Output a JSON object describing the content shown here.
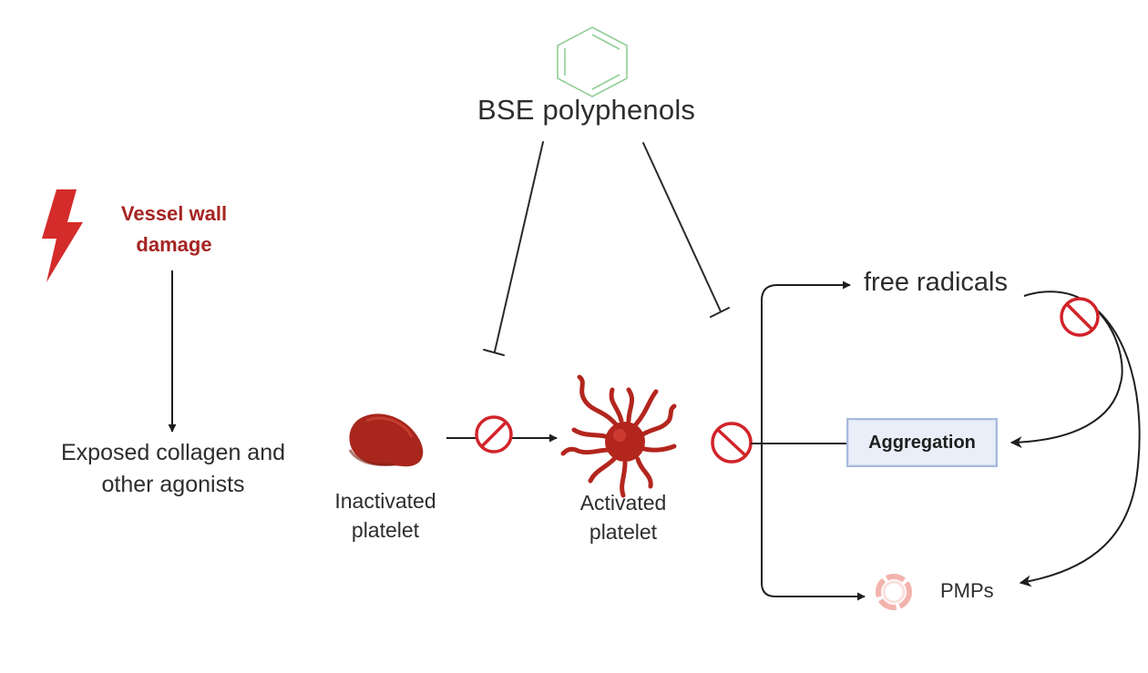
{
  "inhibitor": {
    "label": "BSE  polyphenols"
  },
  "trigger": {
    "label_line1": "Vessel wall",
    "label_line2": "damage"
  },
  "agonists": {
    "label_line1": "Exposed collagen and",
    "label_line2": "other agonists"
  },
  "inactivated": {
    "label_line1": "Inactivated",
    "label_line2": "platelet"
  },
  "activated": {
    "label_line1": "Activated",
    "label_line2": "platelet"
  },
  "outputs": {
    "free_radicals": "free radicals",
    "aggregation": "Aggregation",
    "pmps": "PMPs"
  },
  "icons": {
    "molecule": "benzene-ring-icon",
    "trigger": "lightning-bolt-icon",
    "blocked": "prohibited-icon"
  },
  "colors": {
    "danger": "#a52422",
    "platelet": "#b3261e",
    "prohibited": "#d2232a",
    "molecule": "#8fcf95",
    "box_fill": "#e9eef8",
    "box_border": "#a7b9de",
    "arrow": "#1e1e1e"
  }
}
